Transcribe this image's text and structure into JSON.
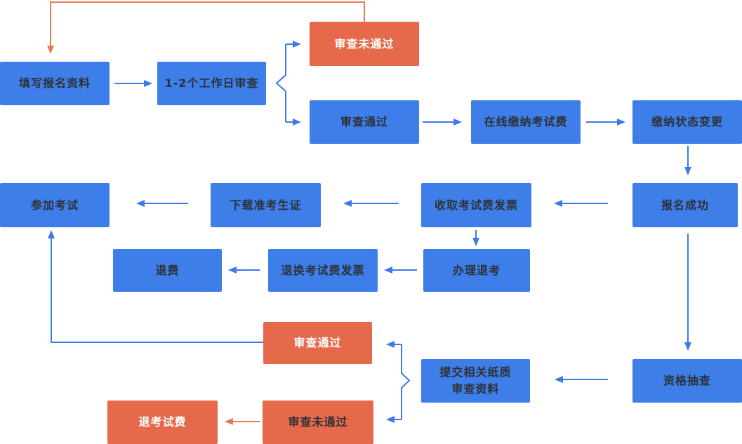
{
  "diagram": {
    "type": "flowchart",
    "background": "#FFFFFF",
    "colors": {
      "box_blue": "#3D7EE9",
      "box_orange": "#E5694B",
      "arrow_blue": "#3B79EC",
      "arrow_orange": "#E87B55",
      "text_dark": "#2F3136",
      "text_light": "#FFFFFF"
    },
    "nodes": [
      {
        "id": "fill-info",
        "label": "填写报名资料",
        "color": "blue",
        "text": "dark"
      },
      {
        "id": "review-duration",
        "label": "1-2个工作日审查",
        "color": "blue",
        "text": "dark"
      },
      {
        "id": "review-failed-top",
        "label": "审查未通过",
        "color": "orange",
        "text": "light"
      },
      {
        "id": "review-passed-top",
        "label": "审查通过",
        "color": "blue",
        "text": "dark"
      },
      {
        "id": "pay-online",
        "label": "在线缴纳考试费",
        "color": "blue",
        "text": "dark"
      },
      {
        "id": "pay-status-change",
        "label": "缴纳状态变更",
        "color": "blue",
        "text": "dark"
      },
      {
        "id": "register-success",
        "label": "报名成功",
        "color": "blue",
        "text": "dark"
      },
      {
        "id": "receive-invoice",
        "label": "收取考试费发票",
        "color": "blue",
        "text": "dark"
      },
      {
        "id": "download-ticket",
        "label": "下载准考生证",
        "color": "blue",
        "text": "dark"
      },
      {
        "id": "attend-exam",
        "label": "参加考试",
        "color": "blue",
        "text": "dark"
      },
      {
        "id": "withdraw-exam",
        "label": "办理退考",
        "color": "blue",
        "text": "dark"
      },
      {
        "id": "return-invoice",
        "label": "退换考试费发票",
        "color": "blue",
        "text": "dark"
      },
      {
        "id": "refund",
        "label": "退费",
        "color": "blue",
        "text": "dark"
      },
      {
        "id": "qualification-check",
        "label": "资格抽查",
        "color": "blue",
        "text": "dark"
      },
      {
        "id": "submit-paper",
        "label": "提交相关纸质审查资料",
        "lines": [
          "提交相关纸质",
          "审查资料"
        ],
        "color": "blue",
        "text": "dark"
      },
      {
        "id": "review-passed-bottom",
        "label": "审查通过",
        "color": "orange",
        "text": "light"
      },
      {
        "id": "review-failed-bottom",
        "label": "审查未通过",
        "color": "orange",
        "text": "dark"
      },
      {
        "id": "refund-exam-fee",
        "label": "退考试费",
        "color": "orange",
        "text": "light"
      }
    ],
    "edges": [
      {
        "from": "review-failed-top",
        "to": "fill-info",
        "color": "orange"
      },
      {
        "from": "fill-info",
        "to": "review-duration",
        "color": "blue"
      },
      {
        "from": "review-duration",
        "to": "review-failed-top",
        "color": "blue",
        "via": "brace"
      },
      {
        "from": "review-duration",
        "to": "review-passed-top",
        "color": "blue",
        "via": "brace"
      },
      {
        "from": "review-passed-top",
        "to": "pay-online",
        "color": "blue"
      },
      {
        "from": "pay-online",
        "to": "pay-status-change",
        "color": "blue"
      },
      {
        "from": "pay-status-change",
        "to": "register-success",
        "color": "blue"
      },
      {
        "from": "register-success",
        "to": "receive-invoice",
        "color": "blue"
      },
      {
        "from": "receive-invoice",
        "to": "download-ticket",
        "color": "blue"
      },
      {
        "from": "download-ticket",
        "to": "attend-exam",
        "color": "blue"
      },
      {
        "from": "receive-invoice",
        "to": "withdraw-exam",
        "color": "blue"
      },
      {
        "from": "withdraw-exam",
        "to": "return-invoice",
        "color": "blue"
      },
      {
        "from": "return-invoice",
        "to": "refund",
        "color": "blue"
      },
      {
        "from": "register-success",
        "to": "qualification-check",
        "color": "blue"
      },
      {
        "from": "qualification-check",
        "to": "submit-paper",
        "color": "blue"
      },
      {
        "from": "submit-paper",
        "to": "review-passed-bottom",
        "color": "blue",
        "via": "brace"
      },
      {
        "from": "submit-paper",
        "to": "review-failed-bottom",
        "color": "blue",
        "via": "brace"
      },
      {
        "from": "review-passed-bottom",
        "to": "attend-exam",
        "color": "blue"
      },
      {
        "from": "review-failed-bottom",
        "to": "refund-exam-fee",
        "color": "orange"
      }
    ]
  }
}
